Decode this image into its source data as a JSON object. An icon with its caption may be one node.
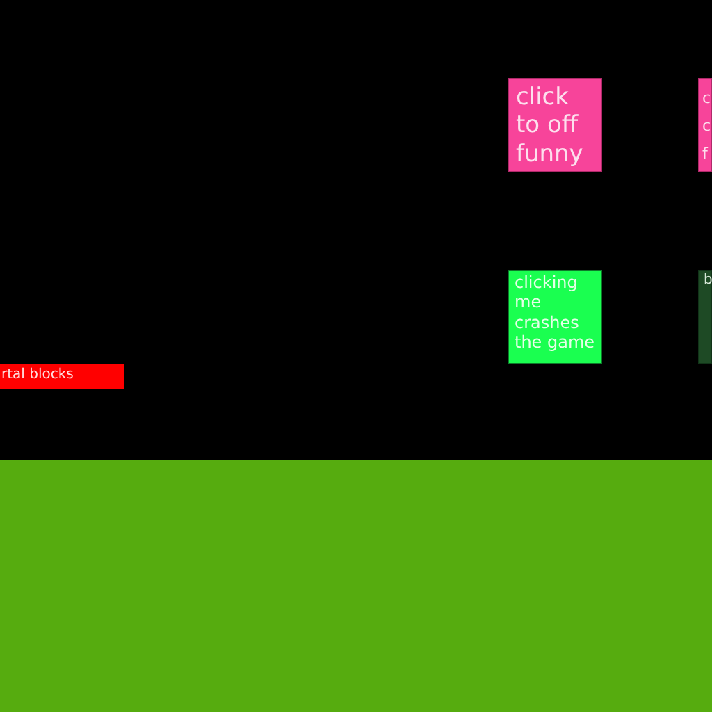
{
  "diagram": {
    "nodes": [
      {
        "text": [
          "click to off funny"
        ]
      },
      {
        "text": [
          "c c f"
        ]
      },
      {
        "text": [
          "clicking me crashes the game"
        ]
      },
      {
        "text": [
          "b"
        ]
      },
      {
        "text": [
          "rtal blocks"
        ]
      }
    ]
  }
}
